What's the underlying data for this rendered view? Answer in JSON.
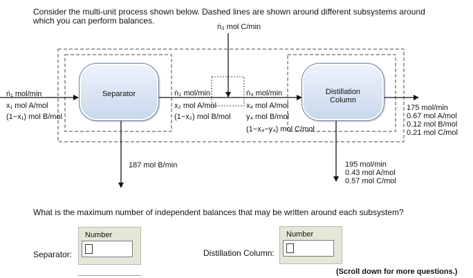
{
  "intro_text": "Consider the multi-unit process shown below. Dashed lines are shown around different subsystems around which you can perform balances.",
  "diagram": {
    "feed_labels": [
      "ṅ₁ mol/min",
      "x₁ mol A/mol",
      "(1−x₁) mol B/mol"
    ],
    "stream3_label": "ṅ₃ mol C/min",
    "stream2_labels": [
      "ṅ₂ mol/min",
      "x₂ mol A/mol",
      "(1−x₂) mol B/mol"
    ],
    "stream4_labels": [
      "ṅ₄ mol/min",
      "x₄ mol A/mol",
      "y₄ mol B/mol",
      "(1−x₄−y₄) mol C/mol"
    ],
    "separator_label": "Separator",
    "distillation_label_line1": "Distillation",
    "distillation_label_line2": "Column",
    "separator_bottom_label": "187 mol B/min",
    "column_bottom_labels": [
      "195 mol/min",
      "0.43 mol A/mol",
      "0.57 mol C/mol"
    ],
    "column_top_labels": [
      "175 mol/min",
      "0.67 mol A/mol",
      "0.12 mol B/mol",
      "0.21 mol C/mol"
    ]
  },
  "question_text": "What is the maximum number of independent balances that may be written around each subsystem?",
  "separator_field": {
    "label": "Separator:",
    "box_label": "Number",
    "value": ""
  },
  "column_field": {
    "label": "Distillation Column:",
    "box_label": "Number",
    "value": ""
  },
  "scroll_note": "(Scroll down for more questions.)"
}
